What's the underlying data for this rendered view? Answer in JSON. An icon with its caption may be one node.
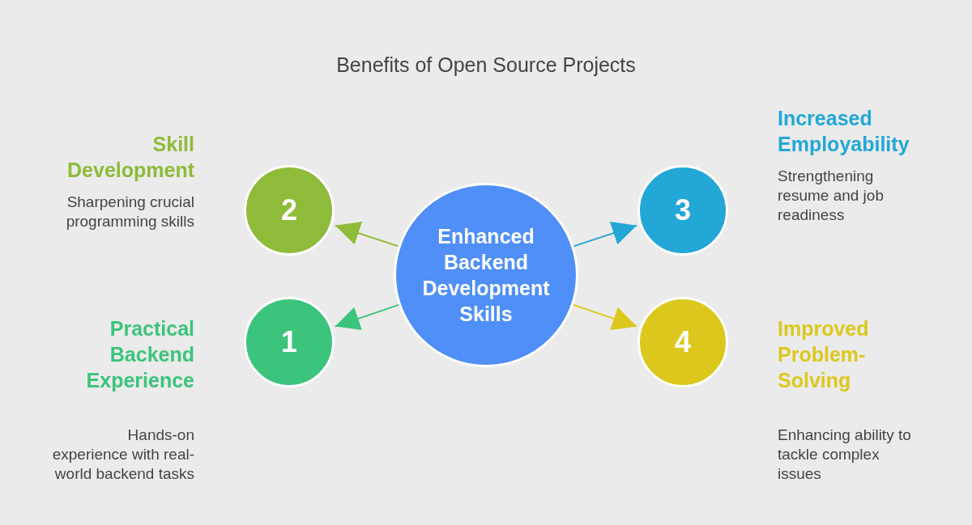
{
  "diagram": {
    "title": "Benefits of Open Source Projects",
    "nodes": [
      {
        "text": [
          "2"
        ],
        "beside": [
          "Skill Development",
          "Sharpening crucial programming skills"
        ]
      },
      {
        "text": [
          "3"
        ],
        "beside": [
          "Increased Employability",
          "Strengthening resume and job readiness"
        ]
      },
      {
        "text": [
          "Enhanced Backend Development Skills"
        ]
      },
      {
        "text": [
          "1"
        ],
        "beside": [
          "Practical Backend Experience",
          "Hands-on experience with real-world backend tasks"
        ]
      },
      {
        "text": [
          "4"
        ],
        "beside": [
          "Improved Problem-Solving",
          "Enhancing ability to tackle complex issues"
        ]
      }
    ],
    "edges": [
      {
        "from": 2,
        "to": 0,
        "arrow": "to",
        "color": "#8fbb3a"
      },
      {
        "from": 2,
        "to": 1,
        "arrow": "to",
        "color": "#22a7d7"
      },
      {
        "from": 2,
        "to": 3,
        "arrow": "to",
        "color": "#3cc47c"
      },
      {
        "from": 2,
        "to": 4,
        "arrow": "to",
        "color": "#dcc81c"
      }
    ]
  }
}
